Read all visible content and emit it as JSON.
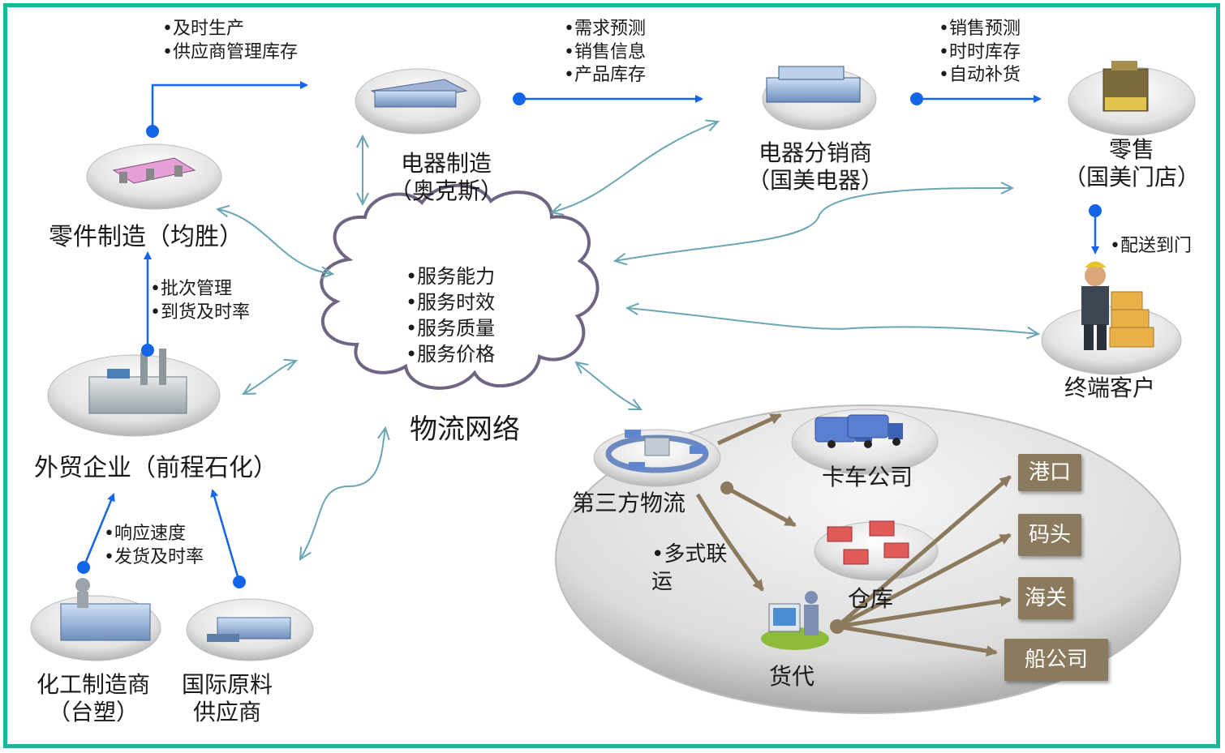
{
  "nodes": {
    "parts": {
      "label": "零件制造（均胜）"
    },
    "appliance": {
      "line1": "电器制造",
      "line2": "（奥克斯）"
    },
    "distributor": {
      "line1": "电器分销商",
      "line2": "（国美电器）"
    },
    "retail": {
      "line1": "零售",
      "line2": "（国美门店）"
    },
    "foreign_trade": {
      "label": "外贸企业（前程石化）"
    },
    "chemical": {
      "line1": "化工制造商",
      "line2": "（台塑）"
    },
    "raw_material": {
      "line1": "国际原料",
      "line2": "供应商"
    },
    "end_customer": {
      "label": "终端客户"
    },
    "third_party": {
      "label": "第三方物流"
    },
    "truck": {
      "label": "卡车公司"
    },
    "warehouse": {
      "label": "仓库"
    },
    "forwarder": {
      "label": "货代"
    }
  },
  "cloud": {
    "title": "物流网络",
    "items": [
      "•服务能力",
      "•服务时效",
      "•服务质量",
      "•服务价格"
    ]
  },
  "annotations": {
    "parts_to_appliance": [
      "•及时生产",
      "•供应商管理库存"
    ],
    "appliance_to_distributor": [
      "•需求预测",
      "•销售信息",
      "•产品库存"
    ],
    "distributor_to_retail": [
      "•销售预测",
      "•时时库存",
      "•自动补货"
    ],
    "retail_to_customer": [
      "•配送到门"
    ],
    "foreign_to_parts": [
      "•批次管理",
      "•到货及时率"
    ],
    "chem_to_foreign": [
      "•响应速度",
      "•发货及时率"
    ],
    "multimodal": [
      "•多式联",
      "运"
    ]
  },
  "destinations": [
    "港口",
    "码头",
    "海关",
    "船公司"
  ],
  "colors": {
    "frame": "#17b897",
    "blue_arrow": "#1565e8",
    "teal_arrow": "#6aa5b5",
    "brown_arrow": "#8b7a5e",
    "cloud_stroke": "#6f6483"
  },
  "icons": [
    "parts-factory-icon",
    "appliance-factory-icon",
    "distributor-building-icon",
    "retail-office-icon",
    "trade-factory-icon",
    "chemical-plant-icon",
    "raw-material-warehouse-icon",
    "delivery-worker-icon",
    "logistics-hub-icon",
    "truck-icon",
    "warehouse-pallets-icon",
    "forwarder-computer-icon"
  ]
}
